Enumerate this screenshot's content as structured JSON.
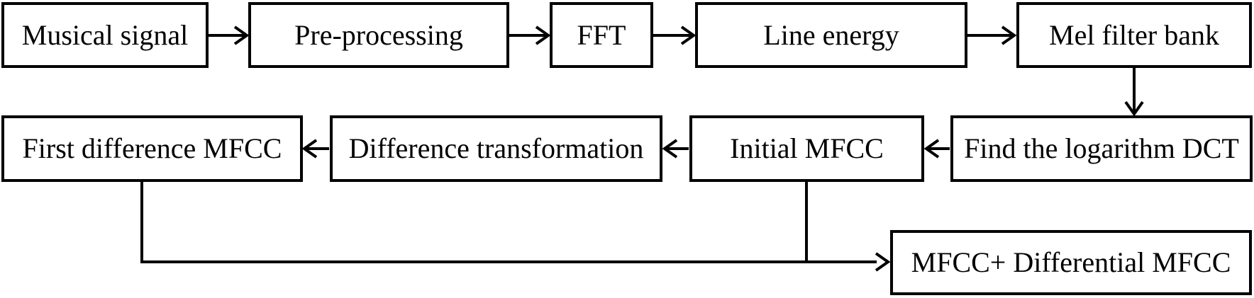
{
  "diagram": {
    "description": "Flowchart of MFCC feature extraction from a musical signal",
    "colors": {
      "stroke": "#000000",
      "text": "#000000",
      "background": "#ffffff"
    },
    "nodes": [
      {
        "id": "musical-signal",
        "label": "Musical signal"
      },
      {
        "id": "pre-processing",
        "label": "Pre-processing"
      },
      {
        "id": "fft",
        "label": "FFT"
      },
      {
        "id": "line-energy",
        "label": "Line energy"
      },
      {
        "id": "mel-filter-bank",
        "label": "Mel filter bank"
      },
      {
        "id": "first-difference-mfcc",
        "label": "First difference MFCC"
      },
      {
        "id": "difference-transformation",
        "label": "Difference transformation"
      },
      {
        "id": "initial-mfcc",
        "label": "Initial MFCC"
      },
      {
        "id": "find-logarithm-dct",
        "label": "Find the logarithm DCT"
      },
      {
        "id": "mfcc-plus-differential",
        "label": "MFCC+ Differential MFCC"
      }
    ],
    "edges": [
      {
        "from": "musical-signal",
        "to": "pre-processing",
        "direction": "right"
      },
      {
        "from": "pre-processing",
        "to": "fft",
        "direction": "right"
      },
      {
        "from": "fft",
        "to": "line-energy",
        "direction": "right"
      },
      {
        "from": "line-energy",
        "to": "mel-filter-bank",
        "direction": "right"
      },
      {
        "from": "mel-filter-bank",
        "to": "find-logarithm-dct",
        "direction": "down"
      },
      {
        "from": "find-logarithm-dct",
        "to": "initial-mfcc",
        "direction": "left"
      },
      {
        "from": "initial-mfcc",
        "to": "difference-transformation",
        "direction": "left"
      },
      {
        "from": "difference-transformation",
        "to": "first-difference-mfcc",
        "direction": "left"
      },
      {
        "from": "first-difference-mfcc",
        "to": "mfcc-plus-differential",
        "direction": "down-right"
      },
      {
        "from": "initial-mfcc",
        "to": "mfcc-plus-differential",
        "direction": "down-join"
      }
    ]
  }
}
